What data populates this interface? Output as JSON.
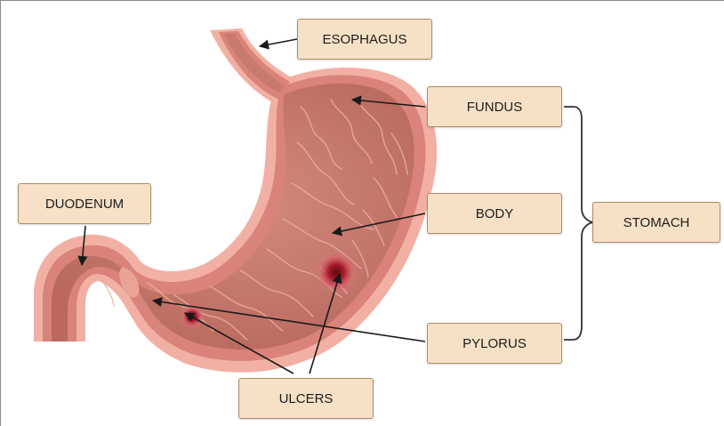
{
  "labels": {
    "esophagus": "ESOPHAGUS",
    "fundus": "FUNDUS",
    "body": "BODY",
    "stomach": "STOMACH",
    "duodenum": "DUODENUM",
    "pylorus": "PYLORUS",
    "ulcers": "ULCERS"
  },
  "colors": {
    "label_fill": "#f6e1c6",
    "label_border": "#b08b64",
    "outer_wall": "#f2b0a4",
    "muscle_wall": "#d9837a",
    "lumen": "#c97a6e",
    "rugae": "#eab0a3",
    "ulcer": "#9c1b22",
    "arrow": "#1a1a1a"
  }
}
